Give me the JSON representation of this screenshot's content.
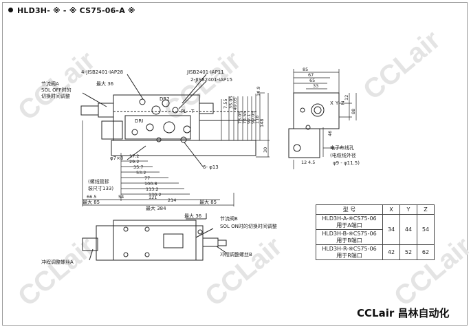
{
  "title": "HLD3H- ※ - ※ CS75-06-A ※",
  "watermark": "CCLair",
  "brand": "CCLair 昌林自动化",
  "colors": {
    "line": "#222222",
    "watermark": "#e4e4e4",
    "frame": "#9a9a9a"
  },
  "front_view": {
    "port_callouts": {
      "a": "4-JISB2401-IAP28",
      "b": "JISB2401-IAP11",
      "c": "2-JISB2401-IAP15"
    },
    "max36": "最大 36",
    "throttle_a": [
      "节流阀A",
      "SOL OFF时的",
      "切换时间调整"
    ],
    "ports": {
      "dr2": "DR2",
      "pl": "PL",
      "t": "T",
      "dri": "DRI"
    },
    "holes_7": "φ7×8",
    "holes_13": "6- φ13",
    "h_dims": [
      "17.2",
      "29.2",
      "35.7",
      "53.2",
      "77",
      "100.8",
      "113.2",
      "130.2",
      "214"
    ],
    "v_dims": [
      "7.55",
      "35.05",
      "49.05",
      "73.05",
      "74.55",
      "92.1",
      "99.05",
      "118",
      "148"
    ],
    "right_dims": [
      "14.9",
      "30"
    ],
    "tube_note": [
      "(螺线管拆",
      "装尺寸133)"
    ],
    "dim_66_5": "66.5",
    "dim_54": "54",
    "dim_121": "121",
    "max85_left": "最大 85",
    "overall": "最大 384",
    "max85_right": "最大 85"
  },
  "side_view": {
    "top_dims": [
      "85",
      "67",
      "65",
      "33"
    ],
    "axes": {
      "x": "X",
      "y": "Y",
      "z": "Z"
    },
    "right_dims": [
      "12",
      "88",
      "46"
    ],
    "cable": [
      "电子布线孔",
      "(电缆线外径",
      "φ9 - φ11.5)"
    ],
    "bottom_dims": [
      "12",
      "4.5"
    ]
  },
  "bottom_view": {
    "max36": "最大 36",
    "throttle_b": [
      "节流阀B",
      "SOL ON时的切换时间调整"
    ],
    "screw_a": "冲程调整螺丝A",
    "screw_b": "冲程调整螺丝B"
  },
  "table": {
    "headers": [
      "型 号",
      "X",
      "Y",
      "Z"
    ],
    "rows": [
      {
        "model": [
          "HLD3H-A-※CS75-06",
          "用于A端口"
        ],
        "x": "34",
        "y": "44",
        "z": "54"
      },
      {
        "model": [
          "HLD3H-B-※CS75-06",
          "用于B端口"
        ],
        "x": "",
        "y": "",
        "z": ""
      },
      {
        "model": [
          "HLD3H-R-※CS75-06",
          "用于R端口"
        ],
        "x": "42",
        "y": "52",
        "z": "62"
      }
    ]
  }
}
